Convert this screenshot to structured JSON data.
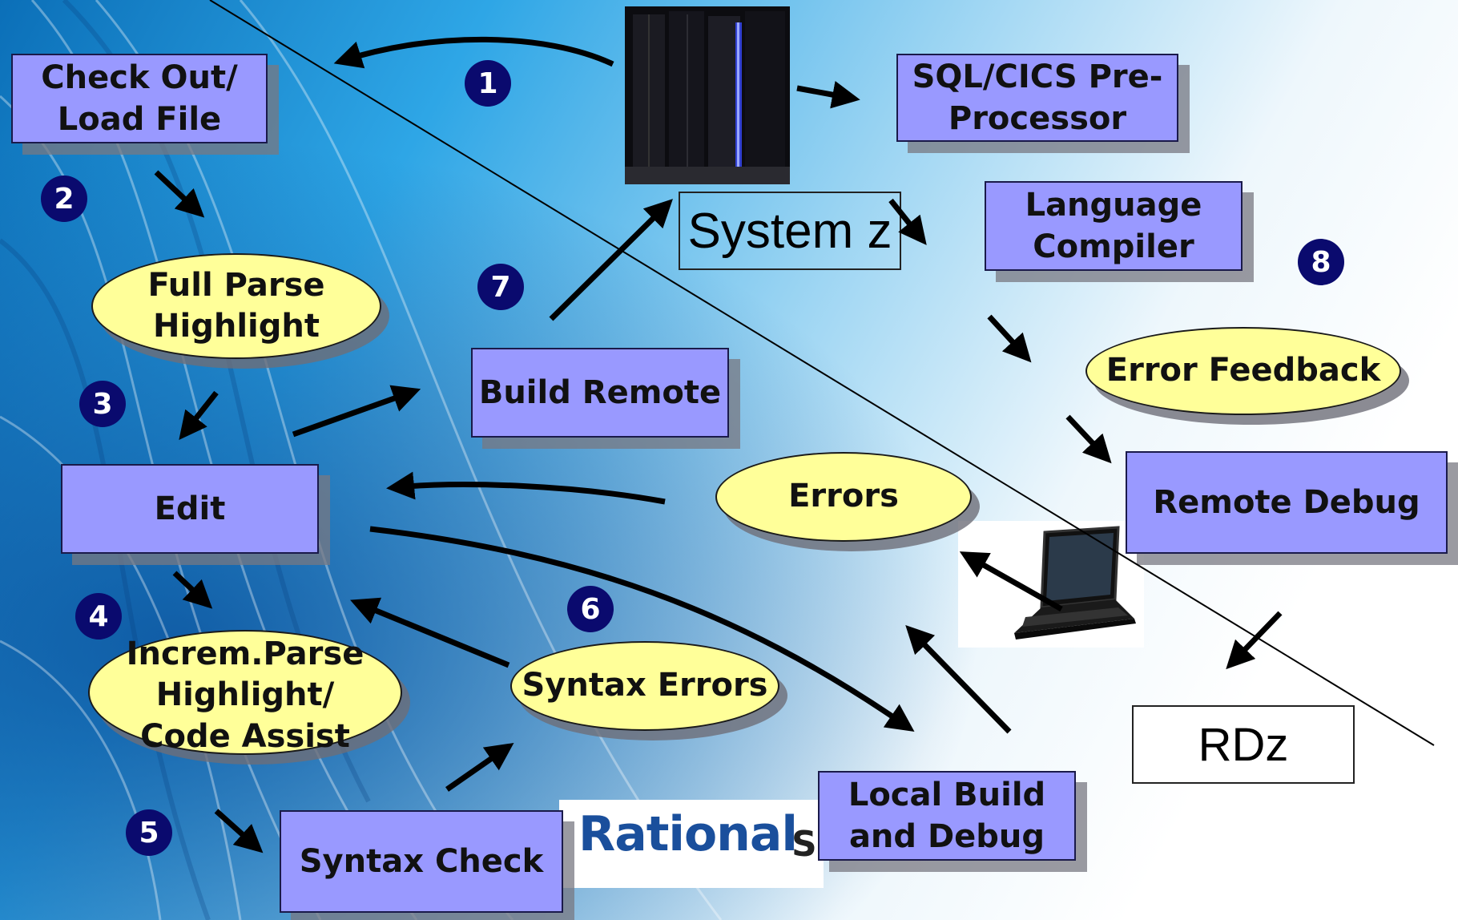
{
  "boxes": {
    "checkout": "Check Out/\nLoad File",
    "edit": "Edit",
    "build_remote": "Build Remote",
    "syntax_check": "Syntax Check",
    "sql_cics": "SQL/CICS Pre-\nProcessor",
    "language_compiler": "Language\nCompiler",
    "remote_debug": "Remote Debug",
    "local_build": "Local Build\nand Debug"
  },
  "ovals": {
    "full_parse": "Full Parse\nHighlight",
    "increm_parse": "Increm.Parse\nHighlight/\nCode Assist",
    "syntax_errors": "Syntax Errors",
    "errors": "Errors",
    "error_feedback": "Error Feedback"
  },
  "labels": {
    "system_z": "System z",
    "rdz": "RDz",
    "rational_logo": "Rational",
    "rational_logo_suffix": "S"
  },
  "steps": [
    "1",
    "2",
    "3",
    "4",
    "5",
    "6",
    "7",
    "8"
  ],
  "colors": {
    "box_fill": "#9999ff",
    "oval_fill": "#ffff99",
    "step_badge": "#0a0a6e",
    "background": "#3aa0dd"
  }
}
